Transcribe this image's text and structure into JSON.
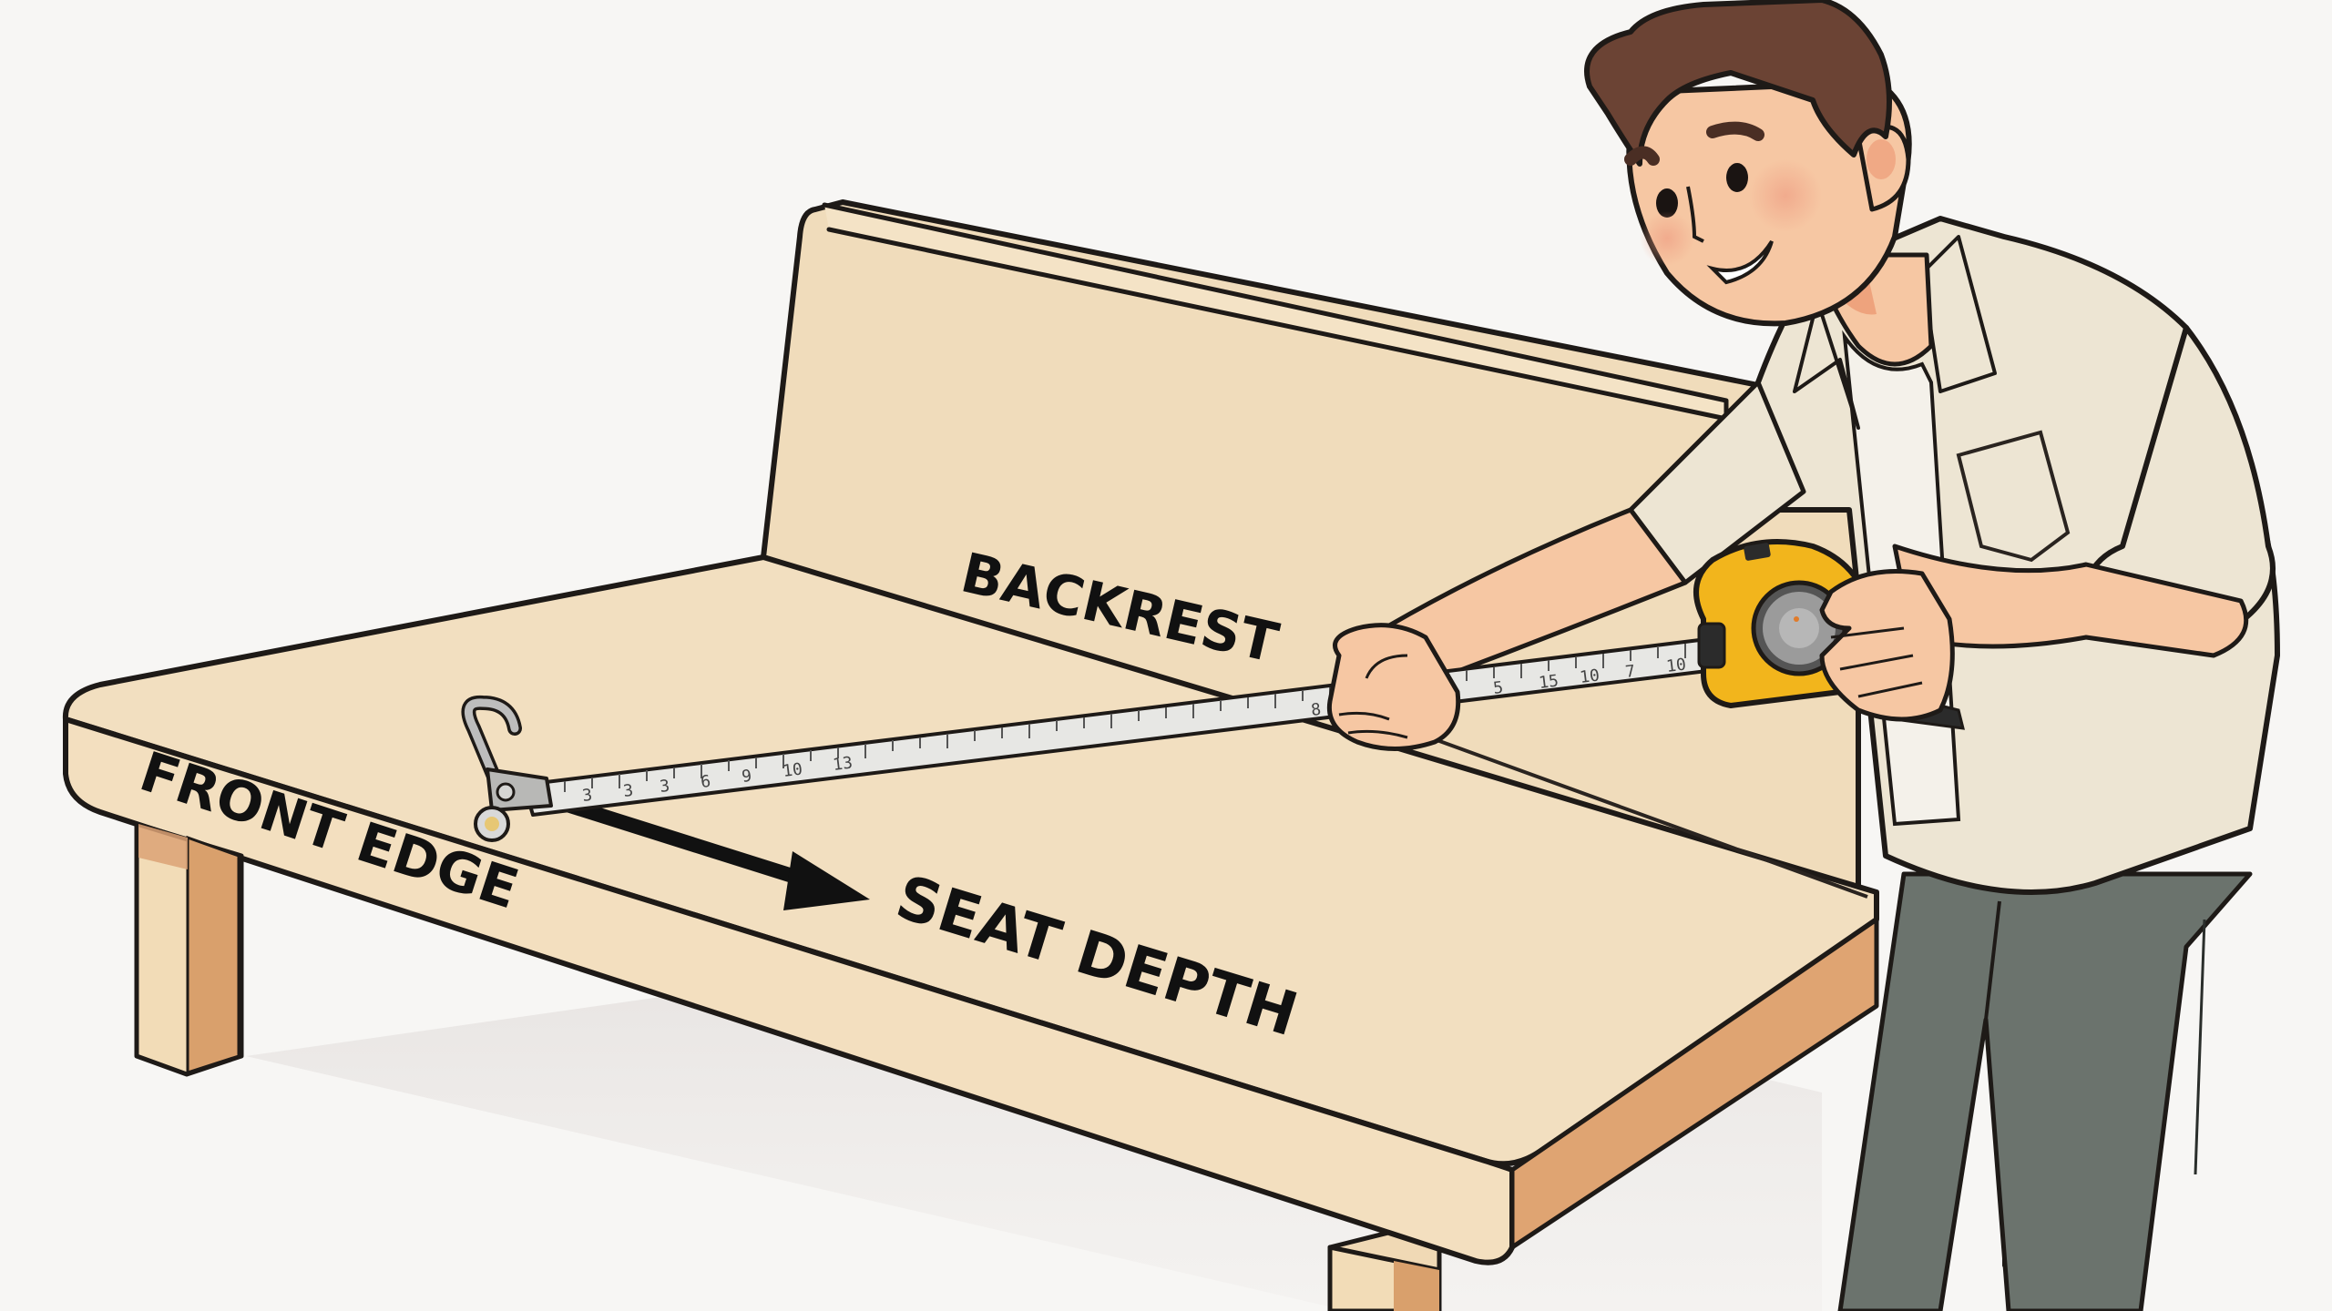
{
  "illustration": {
    "subject": "Man measuring bench seat depth with a tape measure",
    "labels": {
      "backrest": "BACKREST",
      "front_edge": "FRONT EDGE",
      "seat_depth": "SEAT DEPTH"
    },
    "tape_markings": [
      "3",
      "3",
      "3",
      "6",
      "9",
      "10",
      "13",
      "8",
      "8",
      "5",
      "15",
      "10",
      "7",
      "10"
    ],
    "colors": {
      "background": "#f7f6f4",
      "bench_top": "#f2dfc0",
      "bench_side": "#e9c9a0",
      "bench_leg_light": "#f0d9b5",
      "bench_leg_dark": "#d9a06c",
      "outline": "#1e1a17",
      "tape_body": "#f2b51c",
      "tape_blade": "#e7e7e4",
      "tape_dial": "#8e8e8e",
      "skin": "#f6c7a3",
      "skin_shadow": "#ec9a73",
      "hair": "#6b4334",
      "shirt": "#ede5d3",
      "tshirt": "#f4f1ea",
      "pants": "#6b736d",
      "arrow": "#111111"
    }
  }
}
